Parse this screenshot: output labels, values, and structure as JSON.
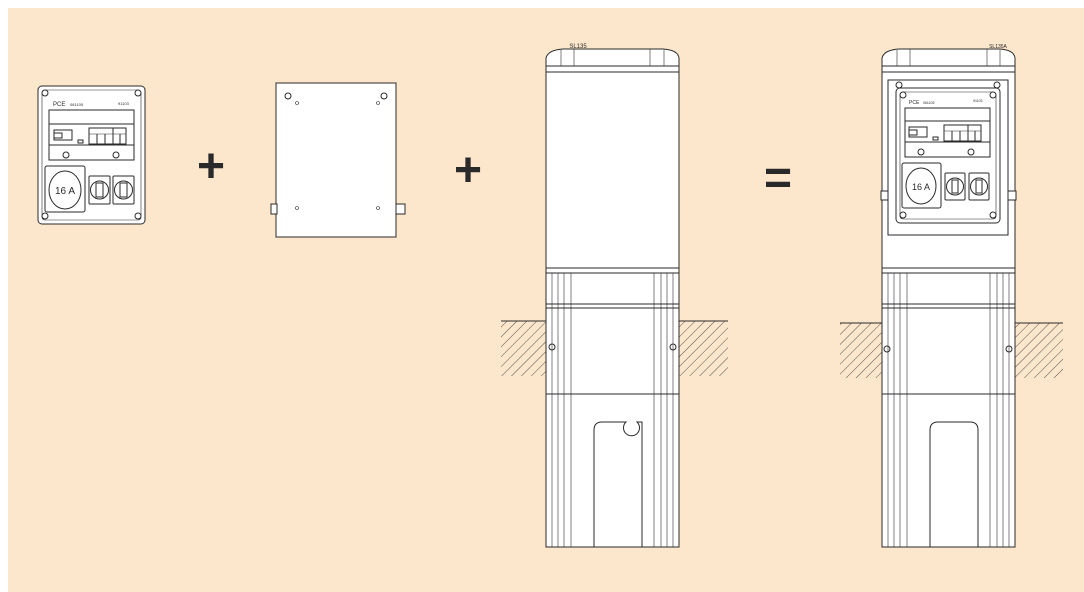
{
  "background_color": "#fde7cc",
  "line_color": "#2a2a2a",
  "socket_box": {
    "brand": "PCE",
    "model_code": "061105",
    "small_code": "91103",
    "rating": "16 A"
  },
  "operators": {
    "plus": "+",
    "equals": "="
  },
  "column": {
    "label": "SL135"
  },
  "result": {
    "label": "SL135A",
    "brand": "PCE",
    "model_code": "061105",
    "small_code": "91103",
    "rating": "16 A"
  }
}
